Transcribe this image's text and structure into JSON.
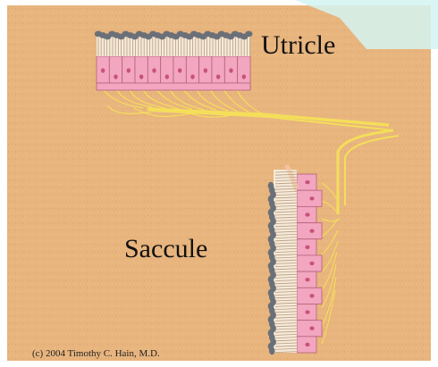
{
  "labels": {
    "utricle": "Utricle",
    "saccule": "Saccule",
    "copyright": "(c) 2004 Timothy C. Hain, M.D."
  },
  "colors": {
    "background": "#e8b57e",
    "cell_fill": "#f2a6c0",
    "cell_stroke": "#b7607a",
    "nucleus": "#c9527a",
    "hair_bundle": "#f5ead8",
    "otoconia": "#6b7078",
    "nerve": "#f4de5a",
    "corner_highlight": "#d3f4f2"
  }
}
